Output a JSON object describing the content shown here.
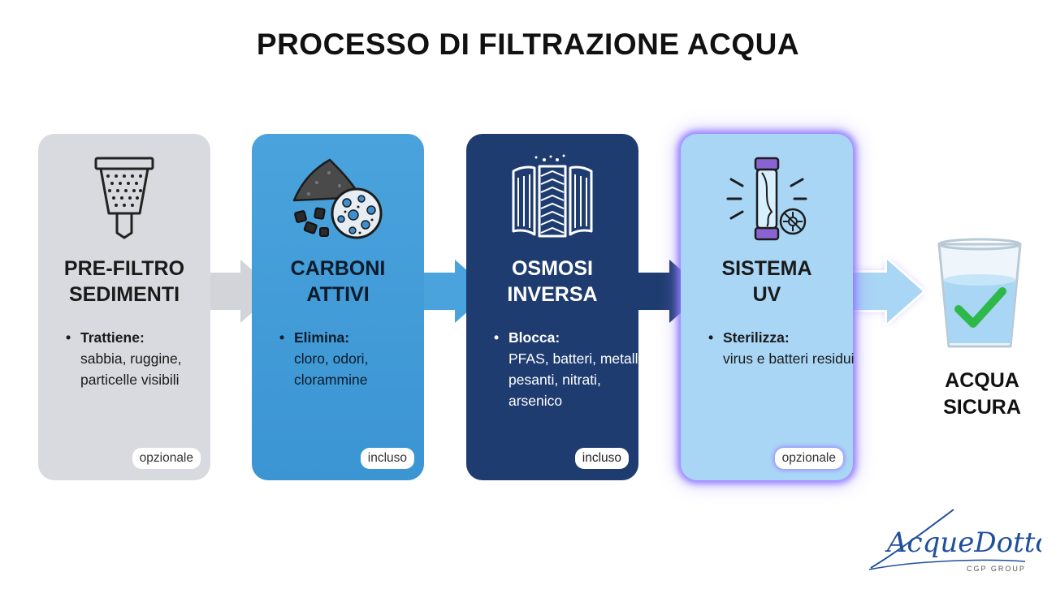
{
  "title": "PROCESSO DI FILTRAZIONE ACQUA",
  "stages": [
    {
      "name_line1": "PRE-FILTRO",
      "name_line2": "SEDIMENTI",
      "label": "Trattiene:",
      "text": "sabbia, ruggine, particelle visibili",
      "badge": "opzionale",
      "icon": "funnel-strainer-icon"
    },
    {
      "name_line1": "CARBONI",
      "name_line2": "ATTIVI",
      "label": "Elimina:",
      "text": "cloro, odori, clorammine",
      "badge": "incluso",
      "icon": "activated-carbon-icon"
    },
    {
      "name_line1": "OSMOSI",
      "name_line2": "INVERSA",
      "label": "Blocca:",
      "text": "PFAS, batteri, metalli pesanti, nitrati, arsenico",
      "badge": "incluso",
      "icon": "membrane-icon"
    },
    {
      "name_line1": "SISTEMA",
      "name_line2": "UV",
      "label": "Sterilizza:",
      "text": "virus e batteri residui",
      "badge": "opzionale",
      "icon": "uv-lamp-icon"
    }
  ],
  "result": {
    "line1": "ACQUA",
    "line2": "SICURA",
    "icon": "water-glass-check-icon"
  },
  "logo": {
    "script": "AcqueDotto",
    "sub": "CGP GROUP"
  },
  "colors": {
    "stage1": "#d9dadf",
    "stage2": "#3b95d3",
    "stage3": "#1f3c70",
    "stage4": "#a9d6f5",
    "glow": "#8e76ff",
    "check": "#2fb84a",
    "logo": "#1e4f9c"
  }
}
